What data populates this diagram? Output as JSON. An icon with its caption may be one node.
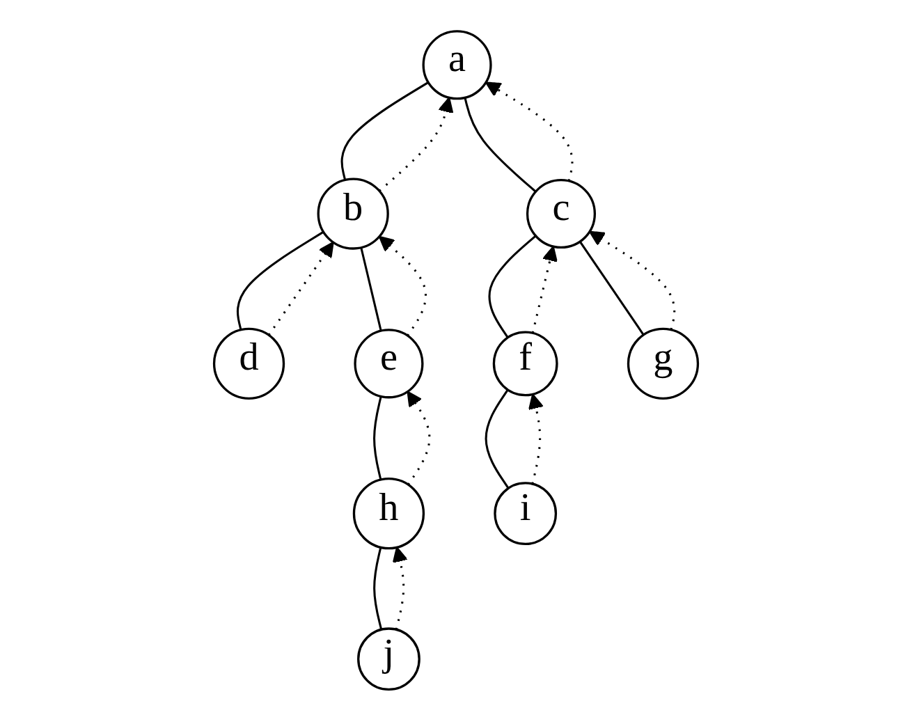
{
  "diagram": {
    "nodes": [
      {
        "text": [
          "a"
        ]
      },
      {
        "text": [
          "b"
        ]
      },
      {
        "text": [
          "c"
        ]
      },
      {
        "text": [
          "d"
        ]
      },
      {
        "text": [
          "e"
        ]
      },
      {
        "text": [
          "f"
        ]
      },
      {
        "text": [
          "g"
        ]
      },
      {
        "text": [
          "h"
        ]
      },
      {
        "text": [
          "i"
        ]
      },
      {
        "text": [
          "j"
        ]
      }
    ],
    "edges": [
      {
        "from": 0,
        "to": 1,
        "arrow": "none"
      },
      {
        "from": 0,
        "to": 2,
        "arrow": "none"
      },
      {
        "from": 1,
        "to": 3,
        "arrow": "none"
      },
      {
        "from": 1,
        "to": 4,
        "arrow": "none"
      },
      {
        "from": 2,
        "to": 5,
        "arrow": "none"
      },
      {
        "from": 2,
        "to": 6,
        "arrow": "none"
      },
      {
        "from": 4,
        "to": 7,
        "arrow": "none"
      },
      {
        "from": 5,
        "to": 8,
        "arrow": "none"
      },
      {
        "from": 7,
        "to": 9,
        "arrow": "none"
      },
      {
        "from": 1,
        "to": 0,
        "arrow": "to",
        "style": "dashed"
      },
      {
        "from": 2,
        "to": 0,
        "arrow": "to",
        "style": "dashed"
      },
      {
        "from": 3,
        "to": 1,
        "arrow": "to",
        "style": "dashed"
      },
      {
        "from": 4,
        "to": 1,
        "arrow": "to",
        "style": "dashed"
      },
      {
        "from": 5,
        "to": 2,
        "arrow": "to",
        "style": "dashed"
      },
      {
        "from": 6,
        "to": 2,
        "arrow": "to",
        "style": "dashed"
      },
      {
        "from": 7,
        "to": 4,
        "arrow": "to",
        "style": "dashed"
      },
      {
        "from": 8,
        "to": 5,
        "arrow": "to",
        "style": "dashed"
      },
      {
        "from": 9,
        "to": 7,
        "arrow": "to",
        "style": "dashed"
      }
    ]
  }
}
